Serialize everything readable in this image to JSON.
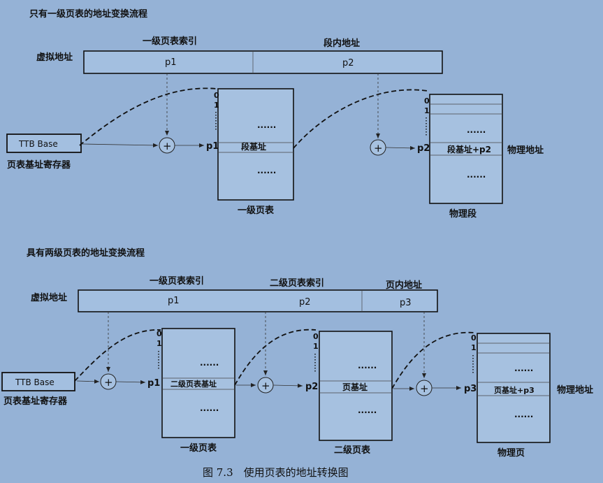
{
  "section1": {
    "title": "只有一级页表的地址变换流程",
    "vaddr_label": "虚拟地址",
    "field1_header": "一级页表索引",
    "field2_header": "段内地址",
    "field1": "p1",
    "field2": "p2",
    "ttb_label": "TTB Base",
    "ttb_caption": "页表基址寄存器",
    "table_label": "一级页表",
    "table_entry": "段基址",
    "table_idx0": "0",
    "table_idx1": "1",
    "table_row_label": "p1",
    "dots": "......",
    "phys_label": "物理段",
    "phys_entry": "段基址+p2",
    "phys_row_label": "p2",
    "phys_addr_label": "物理地址",
    "plus": "+"
  },
  "section2": {
    "title": "具有两级页表的地址变换流程",
    "vaddr_label": "虚拟地址",
    "field1_header": "一级页表索引",
    "field2_header": "二级页表索引",
    "field3_header": "页内地址",
    "field1": "p1",
    "field2": "p2",
    "field3": "p3",
    "ttb_label": "TTB Base",
    "ttb_caption": "页表基址寄存器",
    "table1_label": "一级页表",
    "table1_entry": "二级页表基址",
    "table2_label": "二级页表",
    "table2_entry": "页基址",
    "phys_label": "物理页",
    "phys_entry": "页基址+p3",
    "phys_addr_label": "物理地址",
    "row_label1": "p1",
    "row_label2": "p2",
    "row_label3": "p3",
    "idx0": "0",
    "idx1": "1",
    "dots": "......",
    "plus": "+"
  },
  "caption": "图 7.3　使用页表的地址转换图"
}
